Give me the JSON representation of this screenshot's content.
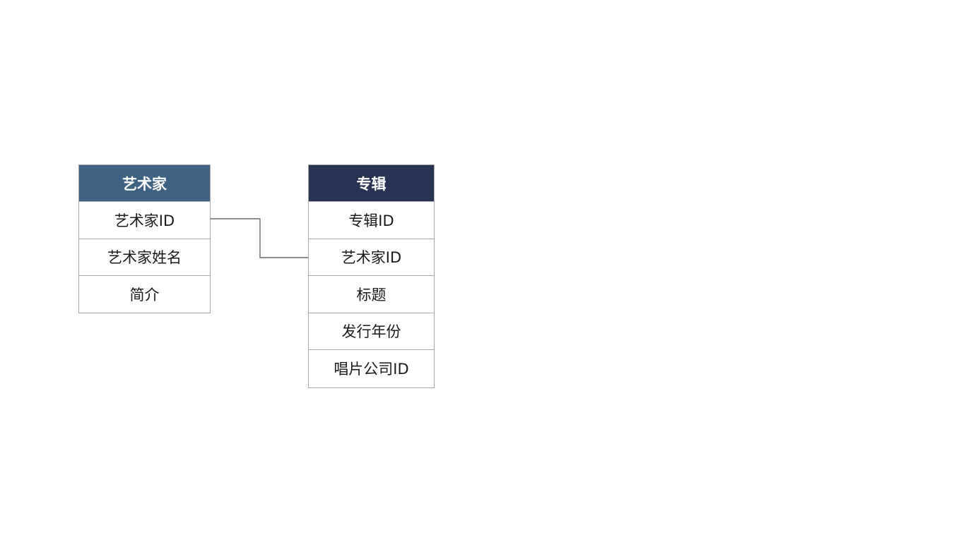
{
  "colors": {
    "artist_header": "#3f6282",
    "album_header": "#263352",
    "border": "#a7a7a7",
    "connector": "#6b6b6b"
  },
  "tables": [
    {
      "title": "艺术家",
      "fields": [
        "艺术家ID",
        "艺术家姓名",
        "简介"
      ]
    },
    {
      "title": "专辑",
      "fields": [
        "专辑ID",
        "艺术家ID",
        "标题",
        "发行年份",
        "唱片公司ID"
      ]
    }
  ],
  "relationships": [
    {
      "from_table": "艺术家",
      "from_field": "艺术家ID",
      "to_table": "专辑",
      "to_field": "艺术家ID"
    }
  ]
}
